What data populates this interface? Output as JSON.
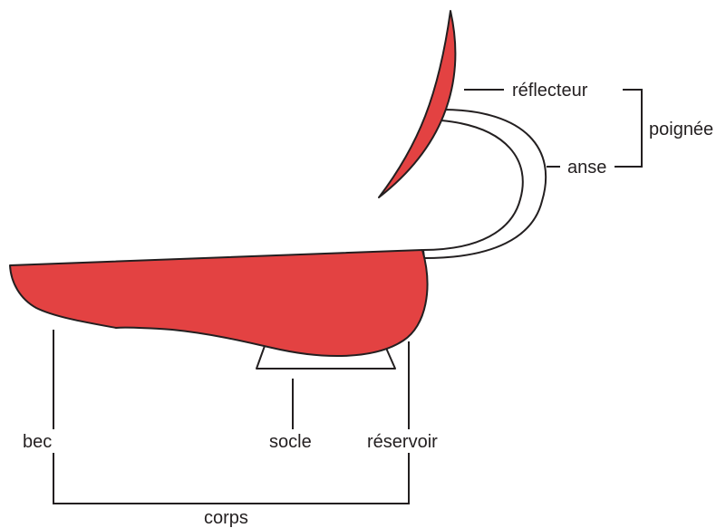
{
  "colors": {
    "lamp_fill": "#e34242",
    "outline": "#231f20",
    "background": "#ffffff"
  },
  "labels": {
    "reflecteur": "réflecteur",
    "poignee": "poignée",
    "anse": "anse",
    "bec": "bec",
    "socle": "socle",
    "reservoir": "réservoir",
    "corps": "corps"
  }
}
